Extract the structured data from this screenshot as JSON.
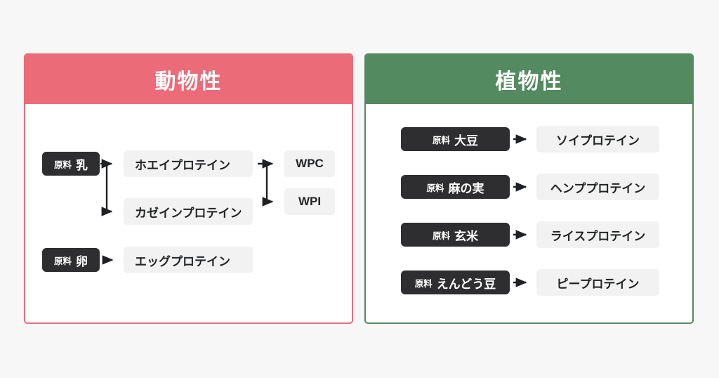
{
  "page": {
    "background_color": "#f7f7f7",
    "source_prefix": "原料"
  },
  "colors": {
    "animal_accent": "#ec6b79",
    "plant_accent": "#538a5f",
    "source_box": "#2e2e30",
    "output_box": "#f2f2f2",
    "text_dark": "#222426"
  },
  "cards": {
    "animal": {
      "title": "動物性",
      "sources": [
        {
          "prefix": "原料",
          "name": "乳"
        },
        {
          "prefix": "原料",
          "name": "卵"
        }
      ],
      "products": [
        {
          "label": "ホエイプロテイン"
        },
        {
          "label": "カゼインプロテイン"
        },
        {
          "label": "エッグプロテイン"
        }
      ],
      "subproducts": [
        {
          "label": "WPC"
        },
        {
          "label": "WPI"
        }
      ]
    },
    "plant": {
      "title": "植物性",
      "rows": [
        {
          "prefix": "原料",
          "source": "大豆",
          "product": "ソイプロテイン"
        },
        {
          "prefix": "原料",
          "source": "麻の実",
          "product": "ヘンププロテイン"
        },
        {
          "prefix": "原料",
          "source": "玄米",
          "product": "ライスプロテイン"
        },
        {
          "prefix": "原料",
          "source": "えんどう豆",
          "product": "ピープロテイン"
        }
      ]
    }
  }
}
